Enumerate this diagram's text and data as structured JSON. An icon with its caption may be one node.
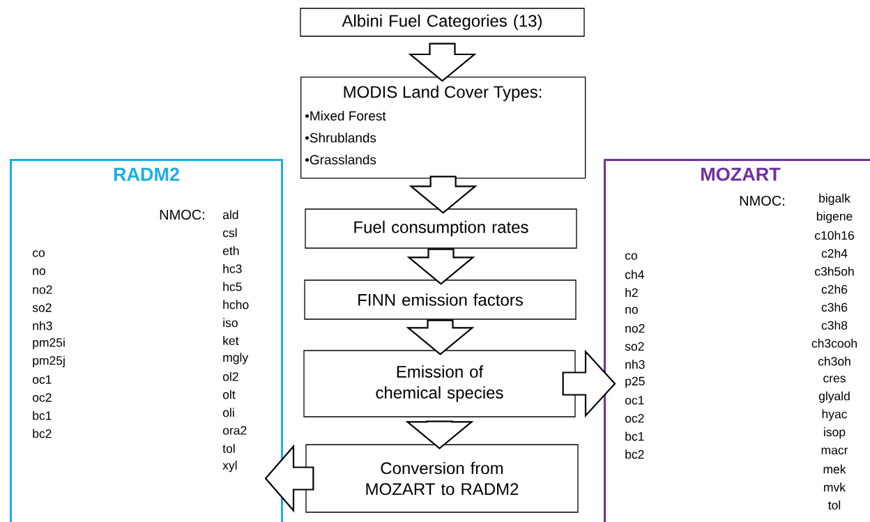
{
  "diagram": {
    "nodes": [
      {
        "text": [
          "Albini Fuel Categories (13)"
        ]
      },
      {
        "text": [
          "MODIS Land Cover Types:",
          "•Mixed Forest",
          "•Shrublands",
          "•Grasslands"
        ]
      },
      {
        "text": [
          "Fuel consumption rates"
        ]
      },
      {
        "text": [
          "FINN emission factors"
        ]
      },
      {
        "text": [
          "Emission of chemical species"
        ]
      },
      {
        "text": [
          "Conversion from MOZART to RADM2"
        ]
      },
      {
        "text": [
          "RADM2",
          "NMOC:",
          "co",
          "no",
          "no2",
          "so2",
          "nh3",
          "pm25i",
          "pm25j",
          "oc1",
          "oc2",
          "bc1",
          "bc2",
          "ald",
          "csl",
          "eth",
          "hc3",
          "hc5",
          "hcho",
          "iso",
          "ket",
          "mgly",
          "ol2",
          "olt",
          "oli",
          "ora2",
          "tol",
          "xyl"
        ]
      },
      {
        "text": [
          "MOZART",
          "NMOC:",
          "co",
          "ch4",
          "h2",
          "no",
          "no2",
          "so2",
          "nh3",
          "p25",
          "oc1",
          "oc2",
          "bc1",
          "bc2",
          "bigalk",
          "bigene",
          "c10h16",
          "c2h4",
          "c3h5oh",
          "c2h6",
          "c3h6",
          "c3h8",
          "ch3cooh",
          "ch3oh",
          "cres",
          "glyald",
          "hyac",
          "isop",
          "macr",
          "mek",
          "mvk",
          "tol"
        ]
      }
    ],
    "edges": [
      {
        "from": 0,
        "to": 1,
        "arrow": "to"
      },
      {
        "from": 1,
        "to": 2,
        "arrow": "to"
      },
      {
        "from": 2,
        "to": 3,
        "arrow": "to"
      },
      {
        "from": 3,
        "to": 4,
        "arrow": "to"
      },
      {
        "from": 4,
        "to": 5,
        "arrow": "to"
      },
      {
        "from": 4,
        "to": 7,
        "arrow": "to"
      },
      {
        "from": 5,
        "to": 6,
        "arrow": "to"
      }
    ]
  }
}
